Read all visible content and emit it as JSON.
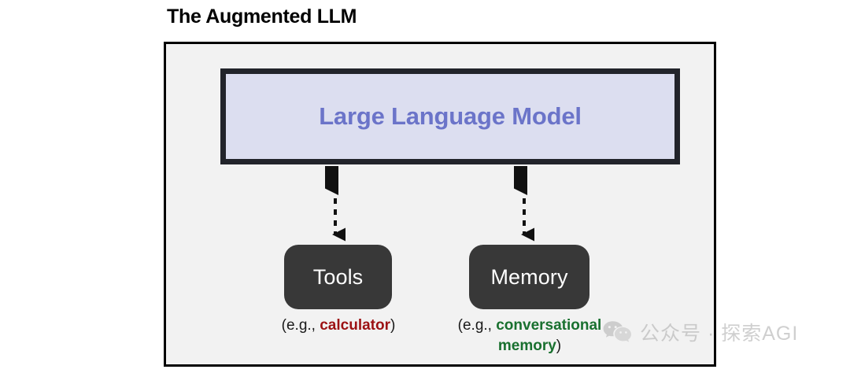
{
  "figure": {
    "title": "The Augmented LLM"
  },
  "llm": {
    "label": "Large Language Model",
    "fill_color": "#dcdef0",
    "text_color": "#6b74c9",
    "border_color": "#22242b"
  },
  "frame": {
    "fill_color": "#f2f2f2",
    "border_color": "#000000"
  },
  "nodes": [
    {
      "id": "tools",
      "label": "Tools",
      "fill_color": "#383838",
      "text_color": "#ffffff",
      "caption_prefix": "(e.g., ",
      "caption_highlight": "calculator",
      "caption_suffix": ")",
      "highlight_color": "#9c1214"
    },
    {
      "id": "memory",
      "label": "Memory",
      "fill_color": "#383838",
      "text_color": "#ffffff",
      "caption_prefix": "(e.g., ",
      "caption_highlight": "conversational memory",
      "caption_suffix": ")",
      "highlight_color": "#19702f"
    }
  ],
  "connectors": [
    {
      "id": "llm-tools-connector",
      "style": "dashed",
      "arrowheads": "both"
    },
    {
      "id": "llm-memory-connector",
      "style": "dashed",
      "arrowheads": "both"
    }
  ],
  "watermark": {
    "icon": "wechat-icon",
    "text": "公众号 · 探索AGI",
    "color": "#b3b3b3"
  }
}
